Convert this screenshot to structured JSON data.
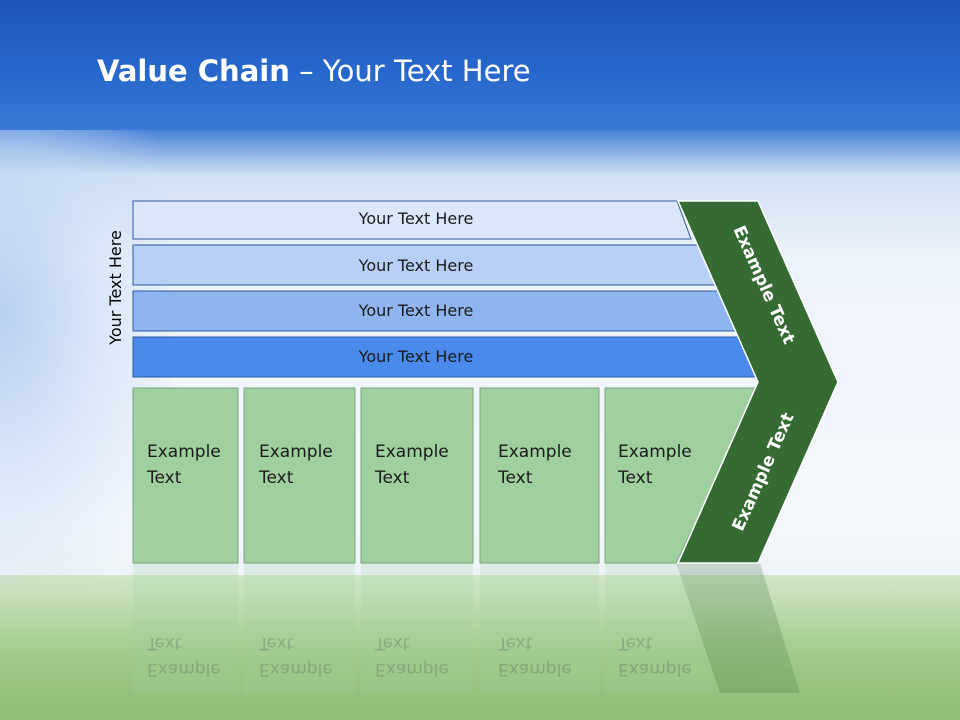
{
  "title": {
    "bold": "Value Chain",
    "rest": " – Your Text Here"
  },
  "side_label": "Your Text Here",
  "bars": [
    {
      "label": "Your Text Here",
      "color": "#dbe7fb"
    },
    {
      "label": "Your Text Here",
      "color": "#b8d0f6"
    },
    {
      "label": "Your Text Here",
      "color": "#8fb4f0"
    },
    {
      "label": "Your Text Here",
      "color": "#4a8aea"
    }
  ],
  "boxes": [
    {
      "line1": "Example",
      "line2": "Text"
    },
    {
      "line1": "Example",
      "line2": "Text"
    },
    {
      "line1": "Example",
      "line2": "Text"
    },
    {
      "line1": "Example",
      "line2": "Text"
    },
    {
      "line1": "Example",
      "line2": "Text"
    }
  ],
  "chevron": {
    "upper_label": "Example Text",
    "lower_label": "Example Text",
    "color": "#356a33"
  },
  "colors": {
    "box_fill": "#a0d0a0",
    "box_border": "#7aa57a",
    "header_blue": "#2767cc"
  }
}
